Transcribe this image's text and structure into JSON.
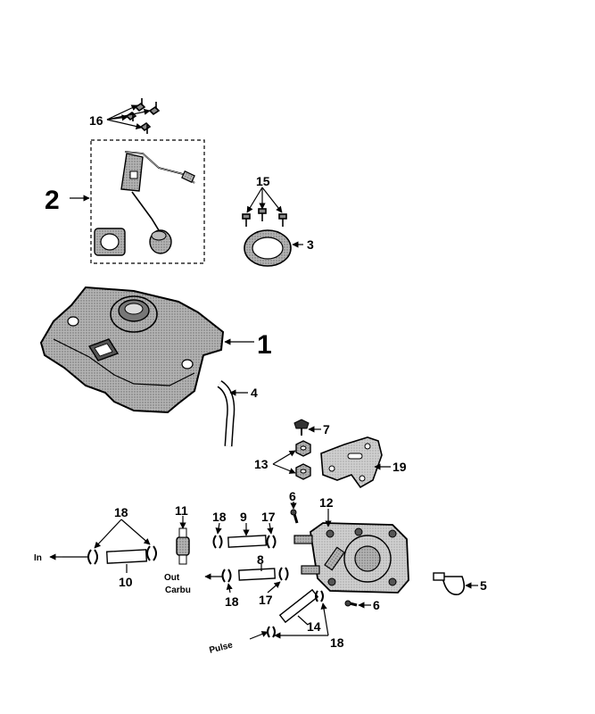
{
  "labels": {
    "p1": "1",
    "p2": "2",
    "p3": "3",
    "p4": "4",
    "p5": "5",
    "p6a": "6",
    "p6b": "6",
    "p7": "7",
    "p8": "8",
    "p9": "9",
    "p10": "10",
    "p11": "11",
    "p12": "12",
    "p13": "13",
    "p14": "14",
    "p15": "15",
    "p16": "16",
    "p17a": "17",
    "p17b": "17",
    "p18a": "18",
    "p18b": "18",
    "p18c": "18",
    "p18d": "18",
    "p19": "19"
  },
  "annotations": {
    "in": "In",
    "out": "Out",
    "carbu": "Carbu",
    "pulse": "Pulse"
  },
  "colors": {
    "ink": "#000000",
    "shade": "#9a9a9a",
    "shade_light": "#c8c8c8",
    "shade_dark": "#6f6f6f"
  }
}
